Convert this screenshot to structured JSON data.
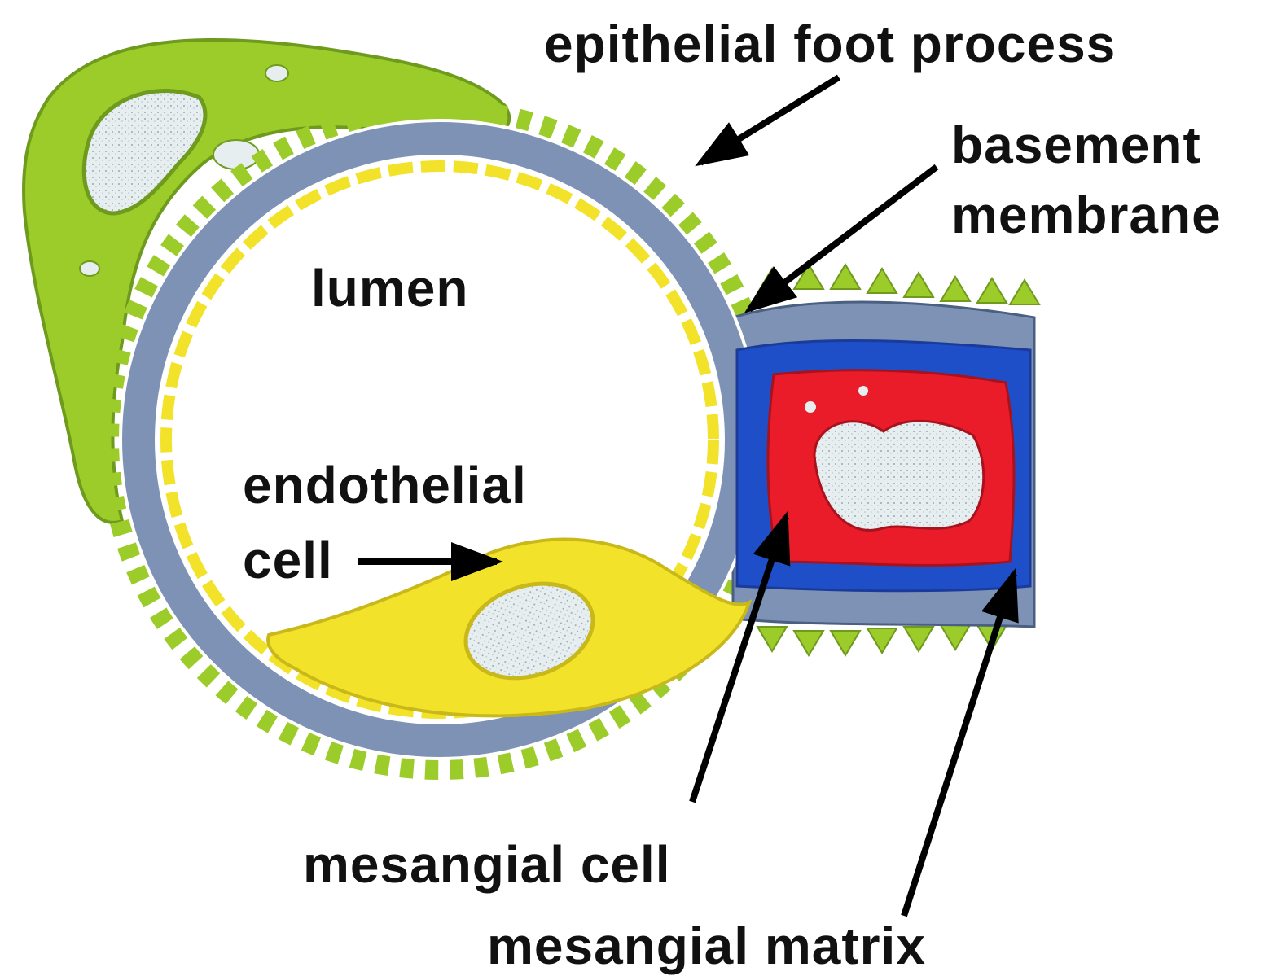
{
  "labels": {
    "epithelial_foot_process": "epithelial foot process",
    "basement_membrane_line1": "basement",
    "basement_membrane_line2": "membrane",
    "lumen": "lumen",
    "endothelial_cell_line1": "endothelial",
    "endothelial_cell_line2": "cell",
    "mesangial_cell": "mesangial cell",
    "mesangial_matrix": "mesangial matrix"
  },
  "colors": {
    "epithelium_green": "#9ccc2a",
    "epithelium_dark": "#6e9a1e",
    "basement_membrane_blue_gray": "#7d92b4",
    "endothelium_yellow": "#f2e22a",
    "mesangial_matrix_blue": "#1f4fc8",
    "mesangial_cell_red": "#ea1c2a",
    "nucleus_pale": "#e4ecee",
    "arrow_black": "#000000"
  }
}
